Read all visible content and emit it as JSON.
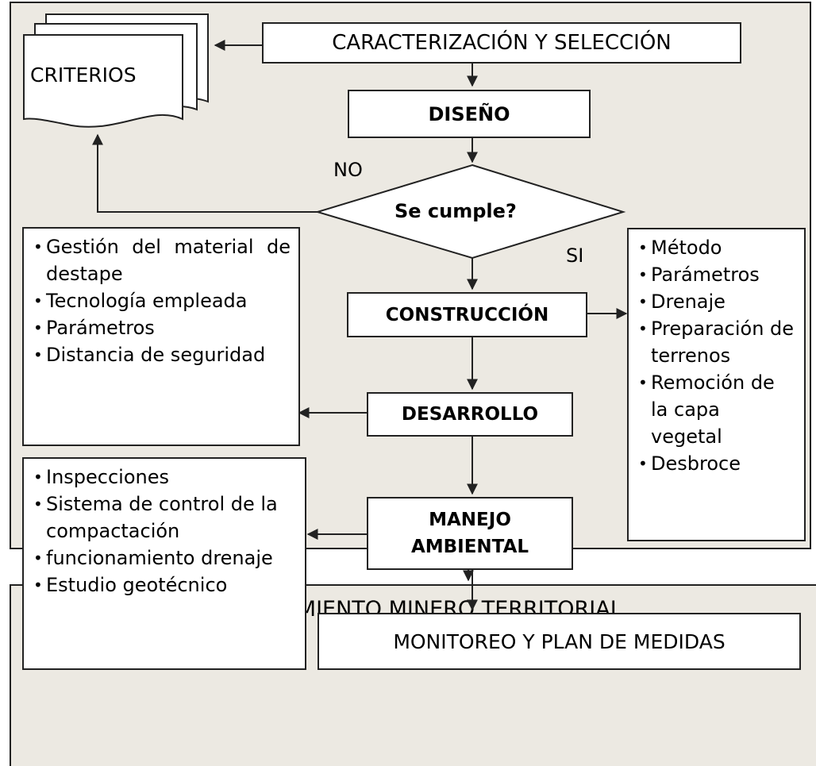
{
  "nodes": {
    "caracterizacion": "CARACTERIZACIÓN Y SELECCIÓN",
    "criterios": "CRITERIOS",
    "diseno": "DISEÑO",
    "decision": "Se cumple?",
    "construccion": "CONSTRUCCIÓN",
    "desarrollo": "DESARROLLO",
    "manejo_line1": "MANEJO",
    "manejo_line2": "AMBIENTAL",
    "monitoreo": "MONITOREO Y PLAN DE MEDIDAS",
    "ordenamiento": "ORDENAMIENTO MINERO TERRITORIAL"
  },
  "branch_labels": {
    "no": "NO",
    "si": "SI"
  },
  "lists": {
    "desarrollo_items": [
      "Gestión del material de destape",
      "Tecnología empleada",
      "Parámetros",
      "Distancia de seguridad"
    ],
    "construccion_items": [
      "Método",
      "Parámetros",
      "Drenaje",
      "Preparación de terrenos",
      "Remoción de la capa vegetal",
      "Desbroce"
    ],
    "manejo_items": [
      "Inspecciones",
      "Sistema de control de la compactación",
      "funcionamiento drenaje",
      "Estudio geotécnico"
    ]
  },
  "colors": {
    "background": "#ece9e2",
    "box": "#ffffff",
    "stroke": "#222222"
  }
}
